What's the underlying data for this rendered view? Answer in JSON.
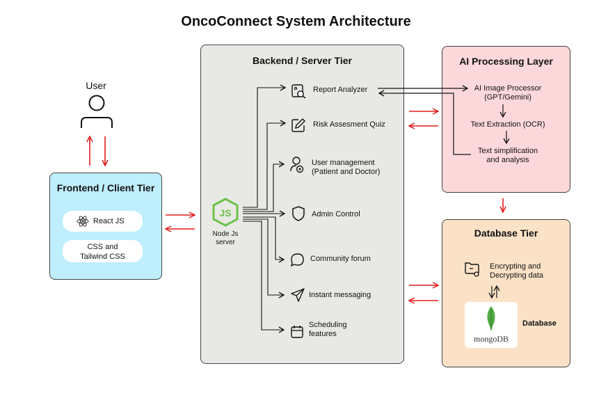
{
  "title": "OncoConnect System Architecture",
  "user": {
    "label": "User"
  },
  "frontend": {
    "title": "Frontend / Client Tier",
    "items": [
      {
        "label": "React JS"
      },
      {
        "label_line1": "CSS and",
        "label_line2": "Tailwind CSS"
      }
    ]
  },
  "backend": {
    "title": "Backend / Server Tier",
    "server_line1": "Node Js",
    "server_line2": "server",
    "features": [
      {
        "line1": "Report Analyzer",
        "line2": "",
        "icon": "report-analyzer-icon"
      },
      {
        "line1": "Risk Assesment Quiz",
        "line2": "",
        "icon": "edit-icon"
      },
      {
        "line1": "User management",
        "line2": "(Patient and Doctor)",
        "icon": "user-settings-icon"
      },
      {
        "line1": "Admin Control",
        "line2": "",
        "icon": "shield-icon"
      },
      {
        "line1": "Community forum",
        "line2": "",
        "icon": "chat-bubble-icon"
      },
      {
        "line1": "Instant messaging",
        "line2": "",
        "icon": "send-icon"
      },
      {
        "line1": "Scheduling",
        "line2": "features",
        "icon": "calendar-icon"
      }
    ]
  },
  "ai": {
    "title": "AI Processing Layer",
    "steps": [
      {
        "line1": "AI Image Processor",
        "line2": "(GPT/Gemini)"
      },
      {
        "line1": "Text Extraction (OCR)",
        "line2": ""
      },
      {
        "line1": "Text simplification",
        "line2": "and analysis"
      }
    ]
  },
  "database": {
    "title": "Database Tier",
    "encrypt_line1": "Encrypting and",
    "encrypt_line2": "Decrypting data",
    "db_label": "Database",
    "logo_text": "mongoDB"
  },
  "colors": {
    "frontend_bg": "#bfeefd",
    "backend_bg": "#e8e9e5",
    "ai_bg": "#fdd8da",
    "db_bg": "#fbe2c7",
    "arrow_red": "#e31b1b",
    "node_green": "#6cc24a",
    "mongo_green": "#4faa41"
  }
}
